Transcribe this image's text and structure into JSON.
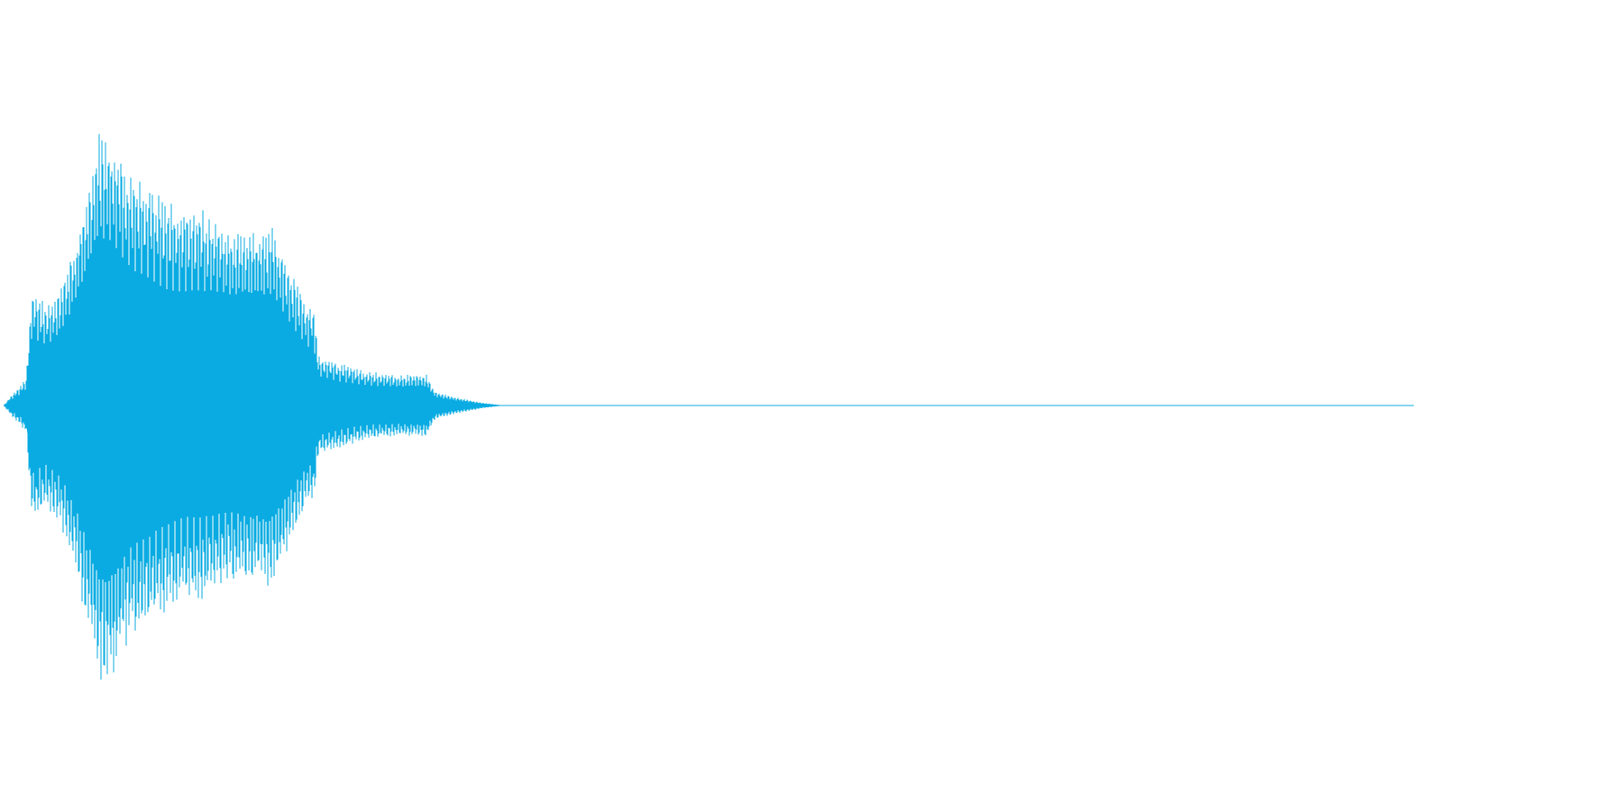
{
  "waveform": {
    "color": "#0aabe2",
    "background": "#ffffff",
    "amplitude_envelope": [
      {
        "t": 0.0,
        "a": 0.0
      },
      {
        "t": 0.006,
        "a": 0.04
      },
      {
        "t": 0.012,
        "a": 0.07
      },
      {
        "t": 0.016,
        "a": 0.1
      },
      {
        "t": 0.02,
        "a": 0.42
      },
      {
        "t": 0.03,
        "a": 0.36
      },
      {
        "t": 0.04,
        "a": 0.42
      },
      {
        "t": 0.05,
        "a": 0.58
      },
      {
        "t": 0.06,
        "a": 0.8
      },
      {
        "t": 0.068,
        "a": 0.98
      },
      {
        "t": 0.078,
        "a": 0.95
      },
      {
        "t": 0.09,
        "a": 0.83
      },
      {
        "t": 0.1,
        "a": 0.8
      },
      {
        "t": 0.11,
        "a": 0.76
      },
      {
        "t": 0.125,
        "a": 0.72
      },
      {
        "t": 0.14,
        "a": 0.7
      },
      {
        "t": 0.16,
        "a": 0.64
      },
      {
        "t": 0.18,
        "a": 0.63
      },
      {
        "t": 0.19,
        "a": 0.64
      },
      {
        "t": 0.2,
        "a": 0.53
      },
      {
        "t": 0.215,
        "a": 0.36
      },
      {
        "t": 0.22,
        "a": 0.35
      },
      {
        "t": 0.223,
        "a": 0.18
      },
      {
        "t": 0.24,
        "a": 0.15
      },
      {
        "t": 0.26,
        "a": 0.12
      },
      {
        "t": 0.28,
        "a": 0.11
      },
      {
        "t": 0.3,
        "a": 0.11
      },
      {
        "t": 0.306,
        "a": 0.05
      },
      {
        "t": 0.32,
        "a": 0.03
      },
      {
        "t": 0.34,
        "a": 0.01
      },
      {
        "t": 0.355,
        "a": 0.0
      },
      {
        "t": 1.0,
        "a": 0.0
      }
    ]
  }
}
